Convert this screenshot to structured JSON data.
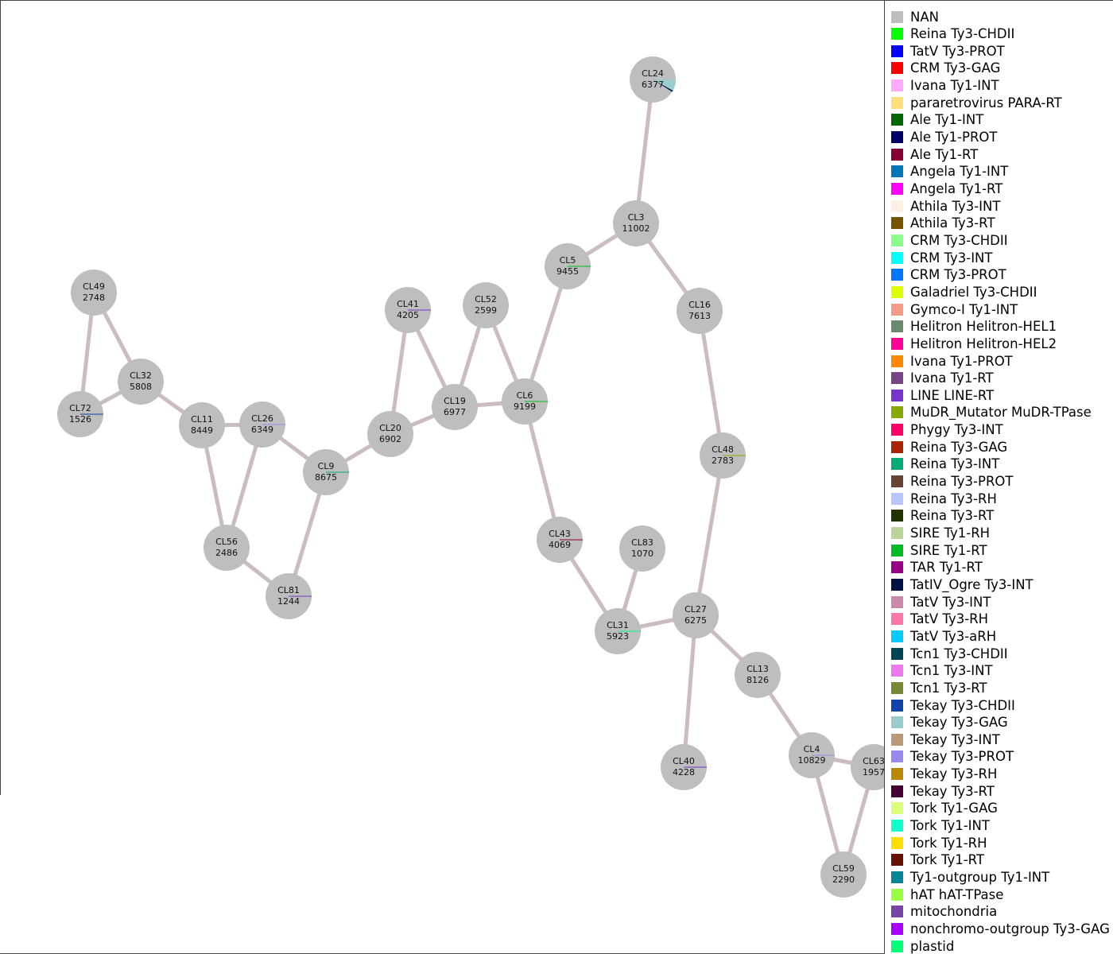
{
  "colors": {
    "edge": "#cbbdbd",
    "node_fill": "#bebebe"
  },
  "graph": {
    "nodes": [
      {
        "id": "CL24",
        "size": "6377",
        "annotations": [
          {
            "category": "Tekay Ty3-GAG",
            "fraction": 0.08
          },
          {
            "category": "TatIV_Ogre Ty3-INT",
            "fraction": 0.01
          }
        ]
      },
      {
        "id": "CL3",
        "size": "11002",
        "annotations": []
      },
      {
        "id": "CL5",
        "size": "9455",
        "annotations": [
          {
            "category": "SIRE Ty1-RT",
            "fraction": 0.006
          }
        ]
      },
      {
        "id": "CL16",
        "size": "7613",
        "annotations": []
      },
      {
        "id": "CL49",
        "size": "2748",
        "annotations": []
      },
      {
        "id": "CL32",
        "size": "5808",
        "annotations": []
      },
      {
        "id": "CL72",
        "size": "1526",
        "annotations": [
          {
            "category": "Tekay Ty3-CHDII",
            "fraction": 0.006
          }
        ]
      },
      {
        "id": "CL11",
        "size": "8449",
        "annotations": []
      },
      {
        "id": "CL26",
        "size": "6349",
        "annotations": [
          {
            "category": "Tekay Ty3-PROT",
            "fraction": 0.006
          }
        ]
      },
      {
        "id": "CL41",
        "size": "4205",
        "annotations": [
          {
            "category": "LINE LINE-RT",
            "fraction": 0.006
          }
        ]
      },
      {
        "id": "CL52",
        "size": "2599",
        "annotations": []
      },
      {
        "id": "CL20",
        "size": "6902",
        "annotations": []
      },
      {
        "id": "CL19",
        "size": "6977",
        "annotations": []
      },
      {
        "id": "CL6",
        "size": "9199",
        "annotations": [
          {
            "category": "SIRE Ty1-RT",
            "fraction": 0.006
          }
        ]
      },
      {
        "id": "CL9",
        "size": "8675",
        "annotations": [
          {
            "category": "Reina Ty3-INT",
            "fraction": 0.006
          }
        ]
      },
      {
        "id": "CL56",
        "size": "2486",
        "annotations": []
      },
      {
        "id": "CL81",
        "size": "1244",
        "annotations": [
          {
            "category": "LINE LINE-RT",
            "fraction": 0.006
          }
        ]
      },
      {
        "id": "CL48",
        "size": "2783",
        "annotations": [
          {
            "category": "MuDR_Mutator MuDR-TPase",
            "fraction": 0.006
          }
        ]
      },
      {
        "id": "CL43",
        "size": "4069",
        "annotations": [
          {
            "category": "Ale Ty1-RT",
            "fraction": 0.006
          }
        ]
      },
      {
        "id": "CL83",
        "size": "1070",
        "annotations": []
      },
      {
        "id": "CL31",
        "size": "5923",
        "annotations": [
          {
            "category": "plastid",
            "fraction": 0.006
          }
        ]
      },
      {
        "id": "CL27",
        "size": "6275",
        "annotations": []
      },
      {
        "id": "CL13",
        "size": "8126",
        "annotations": []
      },
      {
        "id": "CL40",
        "size": "4228",
        "annotations": [
          {
            "category": "LINE LINE-RT",
            "fraction": 0.006
          }
        ]
      },
      {
        "id": "CL4",
        "size": "10829",
        "annotations": [
          {
            "category": "Tekay Ty3-PROT",
            "fraction": 0.006
          }
        ]
      },
      {
        "id": "CL63",
        "size": "1957",
        "annotations": []
      },
      {
        "id": "CL59",
        "size": "2290",
        "annotations": []
      }
    ],
    "edges": [
      [
        "CL24",
        "CL3"
      ],
      [
        "CL3",
        "CL5"
      ],
      [
        "CL3",
        "CL16"
      ],
      [
        "CL16",
        "CL48"
      ],
      [
        "CL48",
        "CL27"
      ],
      [
        "CL5",
        "CL6"
      ],
      [
        "CL49",
        "CL32"
      ],
      [
        "CL49",
        "CL72"
      ],
      [
        "CL32",
        "CL72"
      ],
      [
        "CL32",
        "CL11"
      ],
      [
        "CL11",
        "CL26"
      ],
      [
        "CL11",
        "CL56"
      ],
      [
        "CL26",
        "CL56"
      ],
      [
        "CL26",
        "CL9"
      ],
      [
        "CL56",
        "CL81"
      ],
      [
        "CL81",
        "CL9"
      ],
      [
        "CL9",
        "CL20"
      ],
      [
        "CL20",
        "CL41"
      ],
      [
        "CL20",
        "CL19"
      ],
      [
        "CL41",
        "CL19"
      ],
      [
        "CL19",
        "CL52"
      ],
      [
        "CL19",
        "CL6"
      ],
      [
        "CL52",
        "CL6"
      ],
      [
        "CL6",
        "CL43"
      ],
      [
        "CL43",
        "CL31"
      ],
      [
        "CL83",
        "CL31"
      ],
      [
        "CL31",
        "CL27"
      ],
      [
        "CL27",
        "CL13"
      ],
      [
        "CL27",
        "CL40"
      ],
      [
        "CL13",
        "CL4"
      ],
      [
        "CL4",
        "CL63"
      ],
      [
        "CL4",
        "CL59"
      ],
      [
        "CL63",
        "CL59"
      ]
    ]
  },
  "legend": {
    "items": [
      {
        "label": "NAN",
        "color": "#bebebe"
      },
      {
        "label": "Reina Ty3-CHDII",
        "color": "#00ff00"
      },
      {
        "label": "TatV Ty3-PROT",
        "color": "#0000ff"
      },
      {
        "label": "CRM Ty3-GAG",
        "color": "#ff0000"
      },
      {
        "label": "Ivana Ty1-INT",
        "color": "#ffaaff"
      },
      {
        "label": "pararetrovirus PARA-RT",
        "color": "#ffdd77"
      },
      {
        "label": "Ale Ty1-INT",
        "color": "#006600"
      },
      {
        "label": "Ale Ty1-PROT",
        "color": "#000066"
      },
      {
        "label": "Ale Ty1-RT",
        "color": "#880033"
      },
      {
        "label": "Angela Ty1-INT",
        "color": "#0077bb"
      },
      {
        "label": "Angela Ty1-RT",
        "color": "#ff00ff"
      },
      {
        "label": "Athila Ty3-INT",
        "color": "#ffeee4"
      },
      {
        "label": "Athila Ty3-RT",
        "color": "#775500"
      },
      {
        "label": "CRM Ty3-CHDII",
        "color": "#88ff88"
      },
      {
        "label": "CRM Ty3-INT",
        "color": "#00ffff"
      },
      {
        "label": "CRM Ty3-PROT",
        "color": "#0077ff"
      },
      {
        "label": "Galadriel Ty3-CHDII",
        "color": "#ddff00"
      },
      {
        "label": "Gymco-I Ty1-INT",
        "color": "#f59a85"
      },
      {
        "label": "Helitron Helitron-HEL1",
        "color": "#6a8a70"
      },
      {
        "label": "Helitron Helitron-HEL2",
        "color": "#ff0099"
      },
      {
        "label": "Ivana Ty1-PROT",
        "color": "#ff8800"
      },
      {
        "label": "Ivana Ty1-RT",
        "color": "#774488"
      },
      {
        "label": "LINE LINE-RT",
        "color": "#7733cc"
      },
      {
        "label": "MuDR_Mutator MuDR-TPase",
        "color": "#88aa00"
      },
      {
        "label": "Phygy Ty3-INT",
        "color": "#ff0066"
      },
      {
        "label": "Reina Ty3-GAG",
        "color": "#aa2200"
      },
      {
        "label": "Reina Ty3-INT",
        "color": "#00aa77"
      },
      {
        "label": "Reina Ty3-PROT",
        "color": "#664433"
      },
      {
        "label": "Reina Ty3-RH",
        "color": "#bbc5ff"
      },
      {
        "label": "Reina Ty3-RT",
        "color": "#223300"
      },
      {
        "label": "SIRE Ty1-RH",
        "color": "#bbd499"
      },
      {
        "label": "SIRE Ty1-RT",
        "color": "#00bb22"
      },
      {
        "label": "TAR Ty1-RT",
        "color": "#990088"
      },
      {
        "label": "TatIV_Ogre Ty3-INT",
        "color": "#001144"
      },
      {
        "label": "TatV Ty3-INT",
        "color": "#cc88aa"
      },
      {
        "label": "TatV Ty3-RH",
        "color": "#ff77aa"
      },
      {
        "label": "TatV Ty3-aRH",
        "color": "#00ccff"
      },
      {
        "label": "Tcn1 Ty3-CHDII",
        "color": "#004455"
      },
      {
        "label": "Tcn1 Ty3-INT",
        "color": "#ee77ee"
      },
      {
        "label": "Tcn1 Ty3-RT",
        "color": "#778833"
      },
      {
        "label": "Tekay Ty3-CHDII",
        "color": "#1144aa"
      },
      {
        "label": "Tekay Ty3-GAG",
        "color": "#99cccc"
      },
      {
        "label": "Tekay Ty3-INT",
        "color": "#bb9977"
      },
      {
        "label": "Tekay Ty3-PROT",
        "color": "#9988ee"
      },
      {
        "label": "Tekay Ty3-RH",
        "color": "#bb8800"
      },
      {
        "label": "Tekay Ty3-RT",
        "color": "#440033"
      },
      {
        "label": "Tork Ty1-GAG",
        "color": "#ddff77"
      },
      {
        "label": "Tork Ty1-INT",
        "color": "#11ffcc"
      },
      {
        "label": "Tork Ty1-RH",
        "color": "#ffdd00"
      },
      {
        "label": "Tork Ty1-RT",
        "color": "#661100"
      },
      {
        "label": "Ty1-outgroup Ty1-INT",
        "color": "#008899"
      },
      {
        "label": "hAT hAT-TPase",
        "color": "#99ff44"
      },
      {
        "label": "mitochondria",
        "color": "#7744aa"
      },
      {
        "label": "nonchromo-outgroup Ty3-GAG",
        "color": "#aa00ff"
      },
      {
        "label": "plastid",
        "color": "#00ff77"
      }
    ]
  }
}
